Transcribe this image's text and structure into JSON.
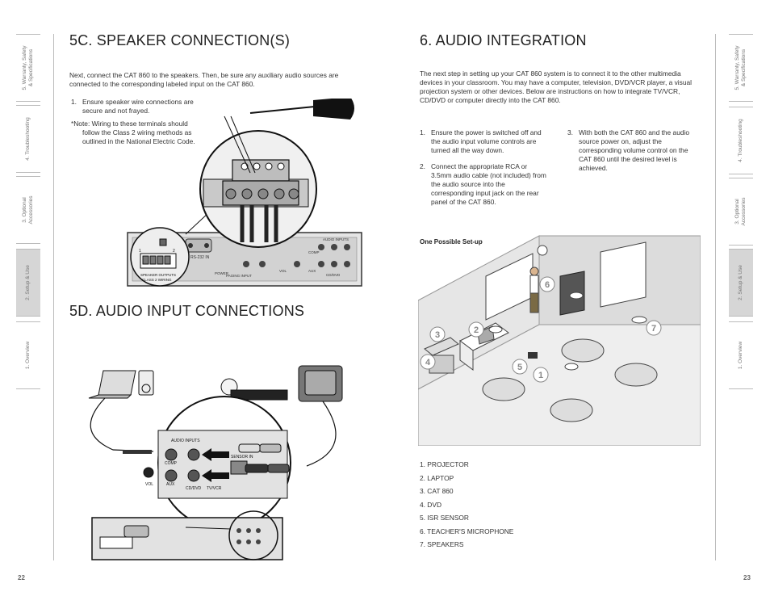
{
  "tabs": [
    "5. Warranty, Safety\n& Specifications",
    "4. Troubleshooting",
    "3. Optional\nAccessories",
    "2. Setup & Use",
    "1. Overview"
  ],
  "active_tab": 3,
  "left_page": {
    "page_number": "22",
    "section_5c": {
      "title": "5C. SPEAKER CONNECTION(S)",
      "intro": "Next, connect the CAT 860 to the speakers. Then, be sure any auxiliary audio sources are connected to the corresponding labeled input on the CAT 860.",
      "step_num": "1.",
      "step_text": "Ensure speaker wire connections are secure and not frayed.",
      "note": "*Note: Wiring to these terminals should follow the Class 2 wiring methods as outlined in the National Electric Code."
    },
    "section_5d": {
      "title": "5D. AUDIO INPUT CONNECTIONS"
    },
    "diagram_labels": {
      "speaker_outputs": "SPEAKER OUTPUTS",
      "class2": "CLASS 2 WIRING",
      "rs232": "RS-232 IN",
      "audio_inputs": "AUDIO INPUTS",
      "comp": "COMP",
      "aux": "AUX",
      "vol": "VOL",
      "cd_dvd": "CD/DVD",
      "tv_vcr": "TV/VCR",
      "sensor_in": "SENSOR IN",
      "paging_input": "PAGING INPUT",
      "power": "POWER",
      "num1": "1",
      "num2": "2"
    }
  },
  "right_page": {
    "page_number": "23",
    "title": "6. AUDIO INTEGRATION",
    "intro": "The next step in setting up your CAT 860 system is to connect it to the other multimedia devices in your classroom. You may have a computer, television, DVD/VCR player, a visual projection system or other devices. Below are instructions on how to integrate TV/VCR, CD/DVD or computer directly into the CAT 860.",
    "steps": [
      {
        "num": "1.",
        "text": "Ensure the power is switched off and the audio input volume controls are turned all the way down."
      },
      {
        "num": "2.",
        "text": "Connect the appropriate RCA or 3.5mm audio cable (not included) from the audio source into the corresponding input jack on the rear panel of the CAT 860."
      },
      {
        "num": "3.",
        "text": "With both the CAT 860 and the audio source power on, adjust the corresponding volume control on the CAT 860 until the desired level is achieved."
      }
    ],
    "setup_label": "One Possible Set-up",
    "legend": [
      "1.  PROJECTOR",
      "2.  LAPTOP",
      "3.  CAT 860",
      "4.  DVD",
      "5.  ISR SENSOR",
      "6.  TEACHER'S MICROPHONE",
      "7.  SPEAKERS"
    ],
    "callouts": [
      "1",
      "2",
      "3",
      "4",
      "5",
      "6",
      "7"
    ]
  }
}
